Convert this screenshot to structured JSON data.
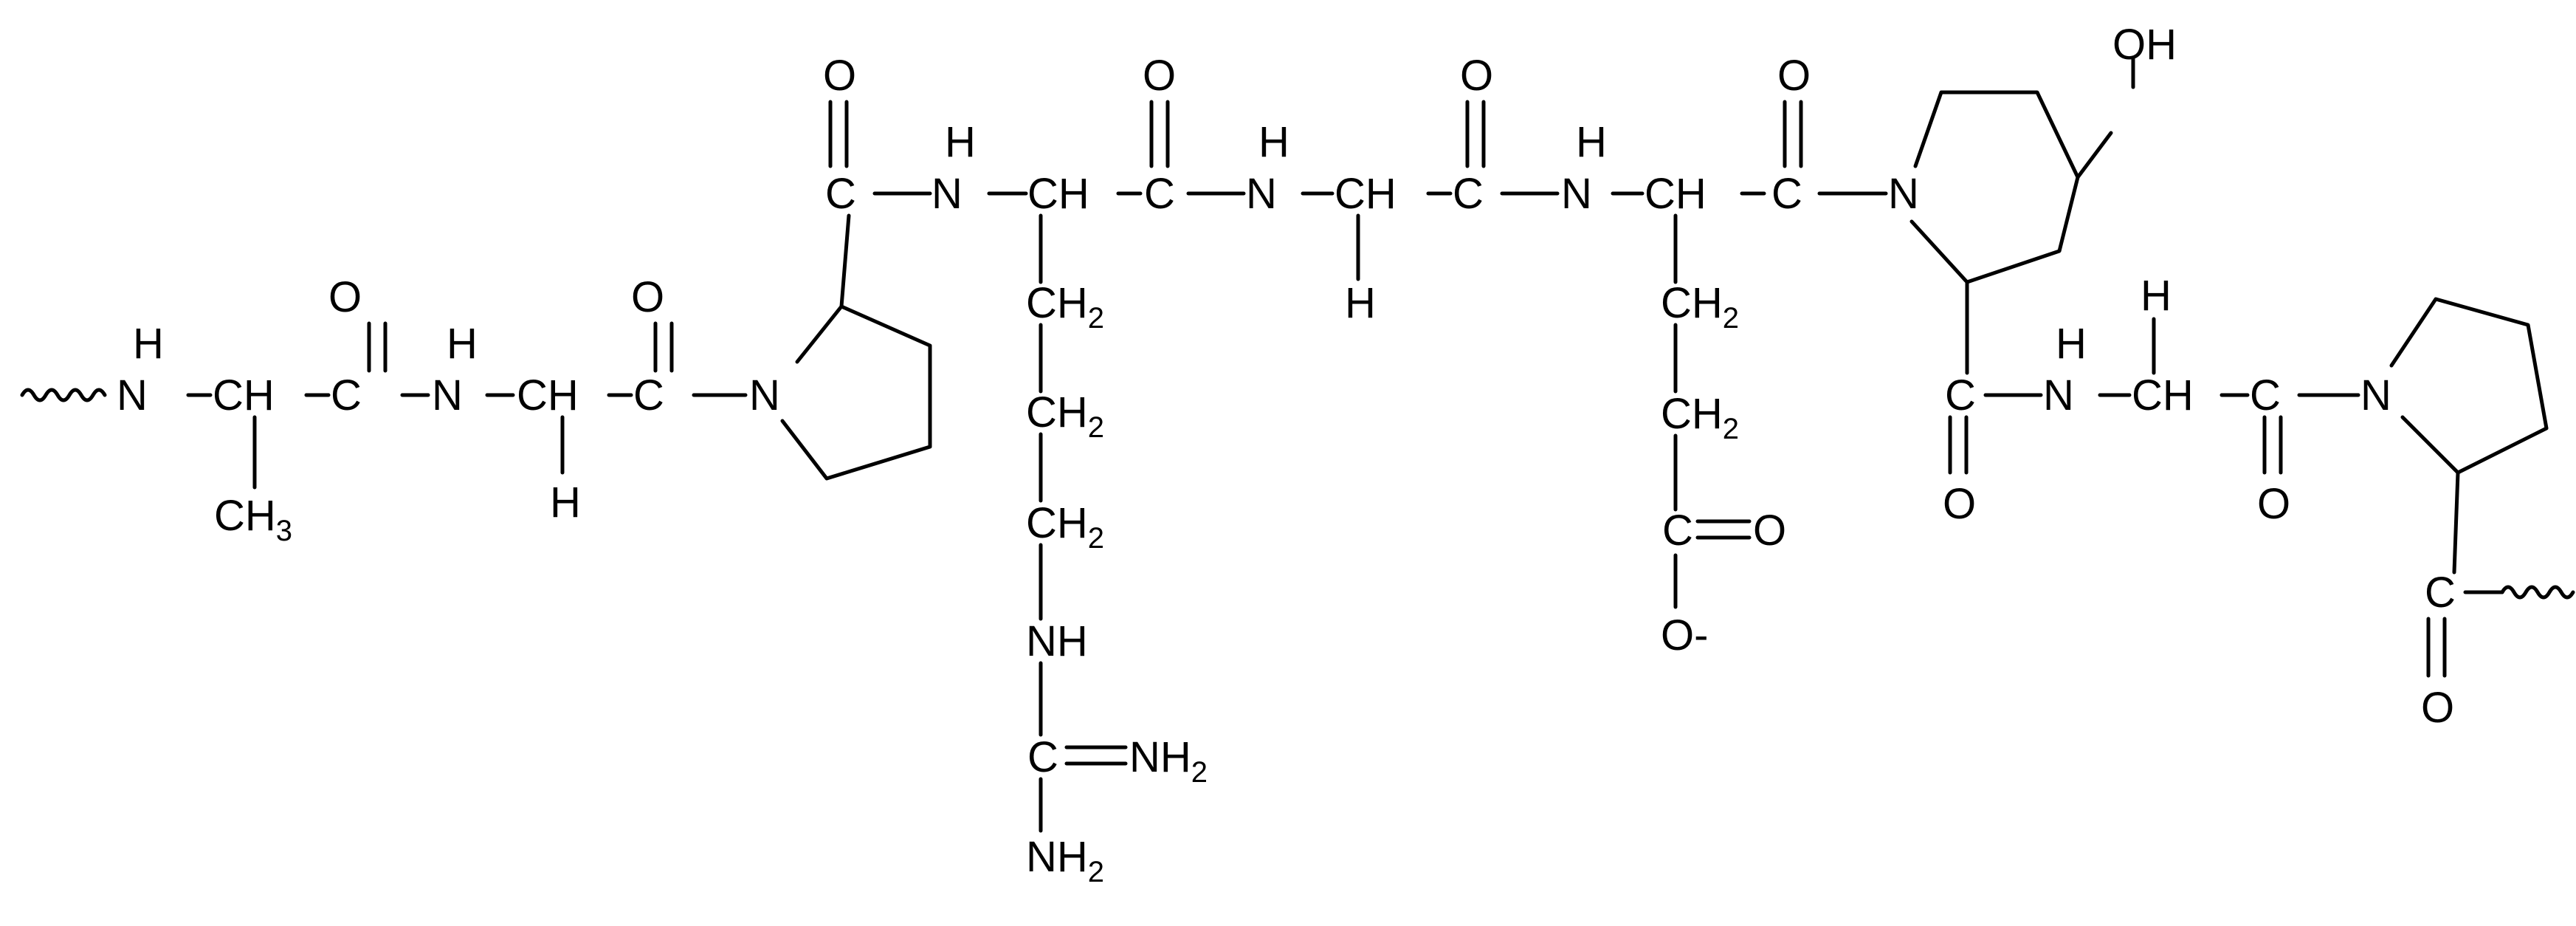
{
  "atoms": {
    "nh": "N",
    "h": "H",
    "ch": "CH",
    "c": "C",
    "o": "O",
    "n": "N",
    "ch3_main": "CH",
    "ch3_sub": "3",
    "ch2_main": "CH",
    "ch2_sub": "2",
    "nh2_main": "NH",
    "nh2_sub": "2",
    "nh_group": "NH",
    "oh": "OH",
    "o_minus": "O-"
  },
  "colors": {
    "ink": "#000000",
    "background": "#ffffff"
  }
}
